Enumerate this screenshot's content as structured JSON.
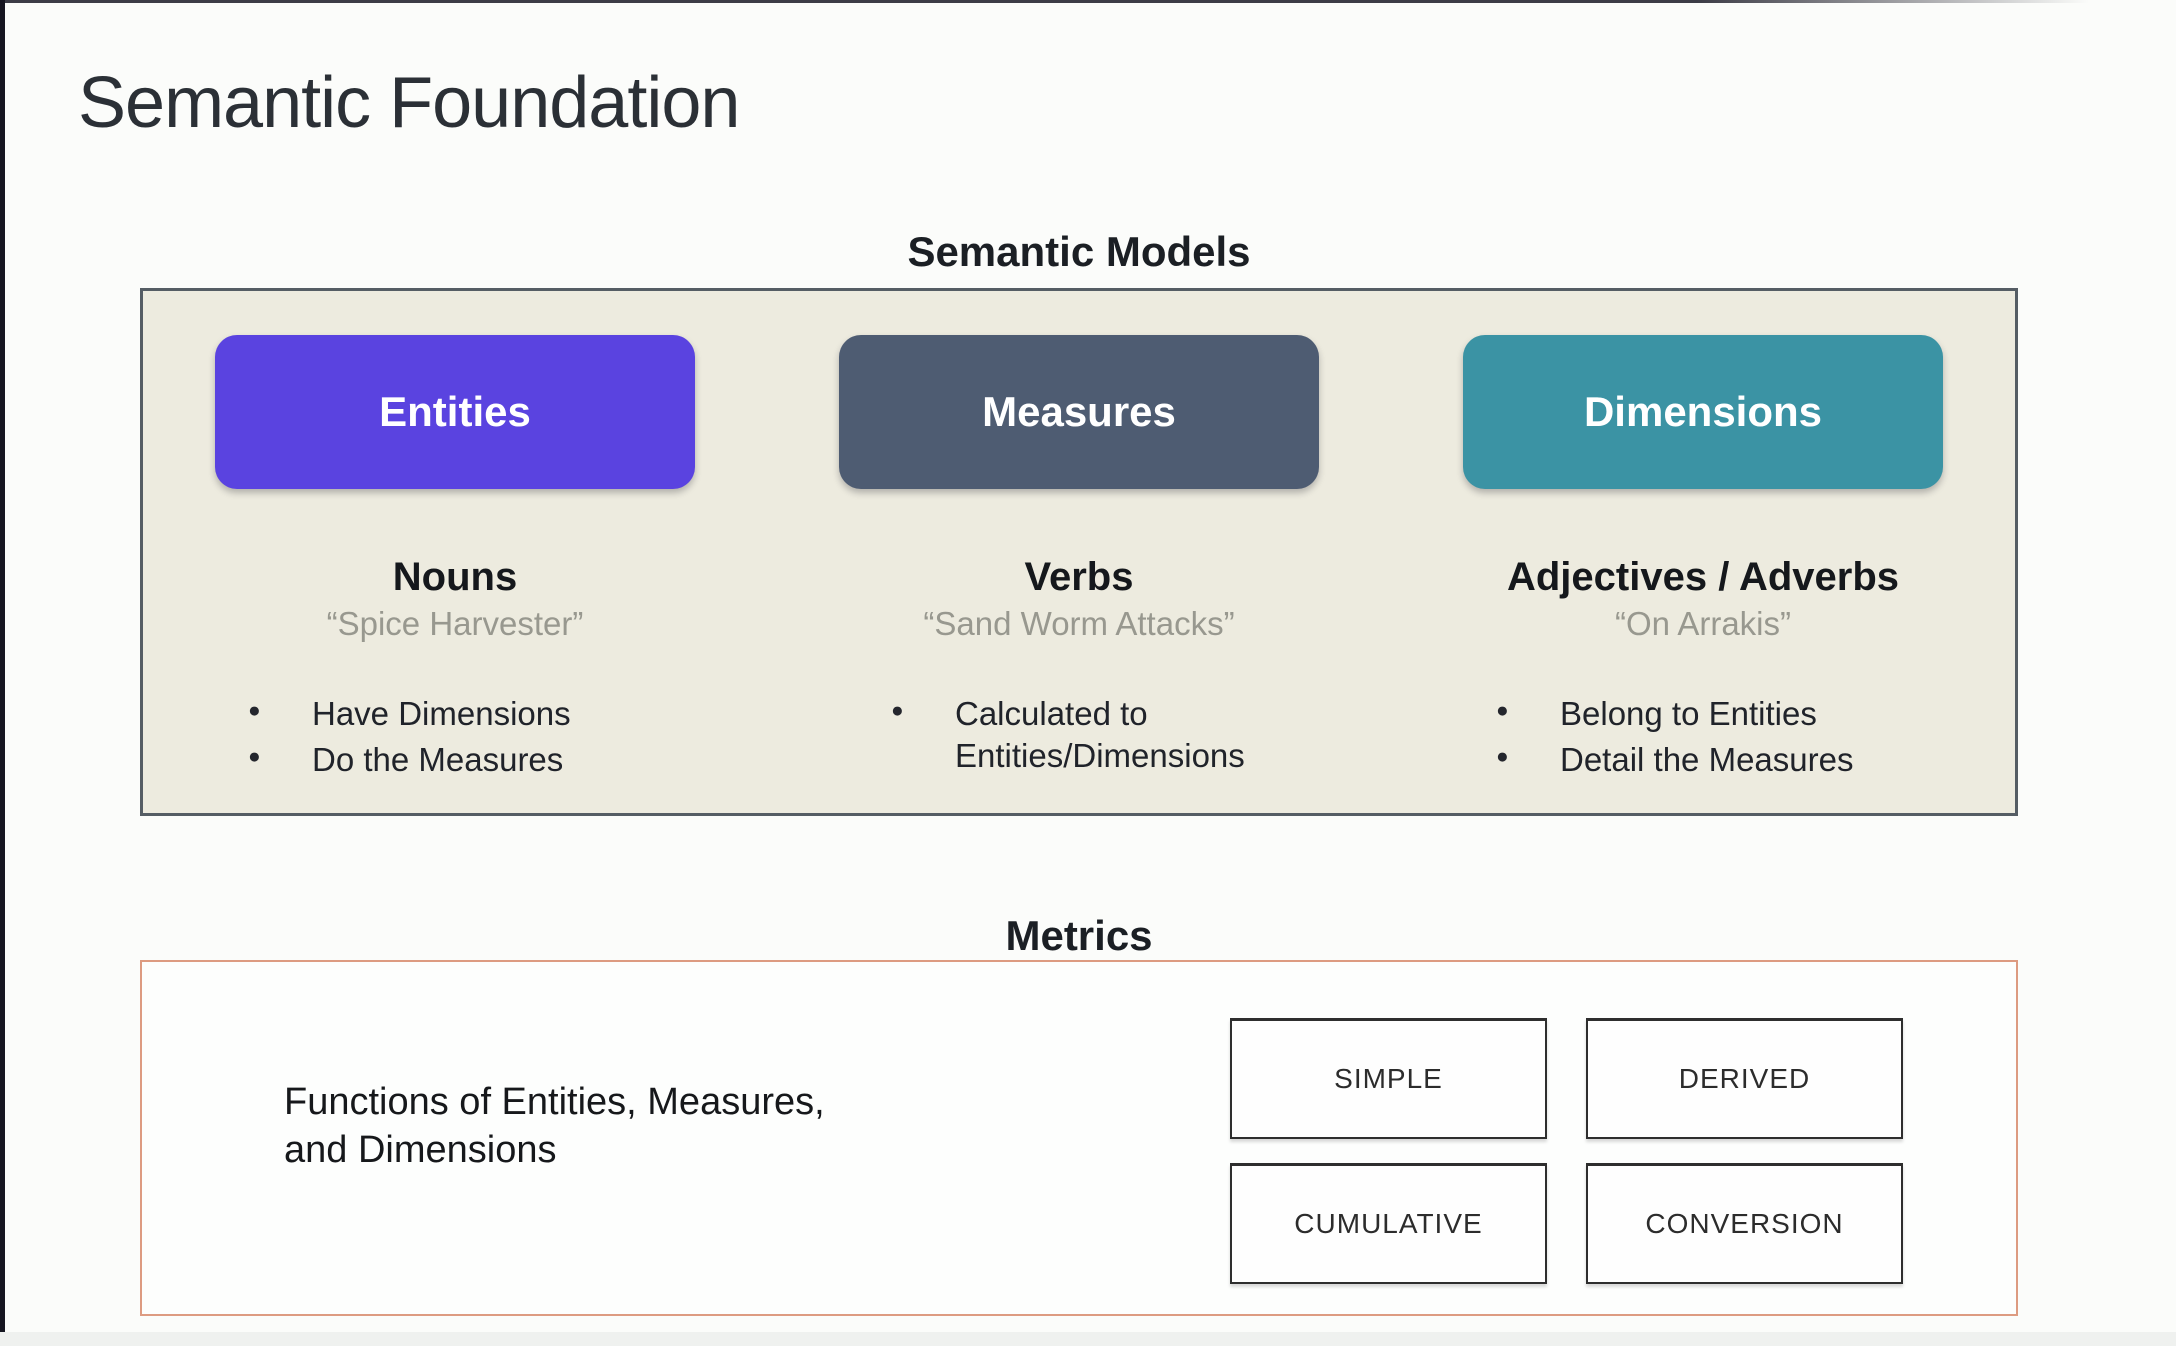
{
  "page": {
    "title": "Semantic Foundation"
  },
  "semantic_models": {
    "heading": "Semantic Models",
    "columns": [
      {
        "pill": "Entities",
        "color": "#5a43e0",
        "role": "Nouns",
        "example": "“Spice Harvester”",
        "bullets": [
          "Have Dimensions",
          "Do the Measures"
        ]
      },
      {
        "pill": "Measures",
        "color": "#4e5c72",
        "role": "Verbs",
        "example": "“Sand Worm Attacks”",
        "bullets": [
          "Calculated to Entities/Dimensions"
        ]
      },
      {
        "pill": "Dimensions",
        "color": "#3b93a4",
        "role": "Adjectives / Adverbs",
        "example": "“On Arrakis”",
        "bullets": [
          "Belong to Entities",
          "Detail the Measures"
        ]
      }
    ]
  },
  "metrics": {
    "heading": "Metrics",
    "description_line1": "Functions of Entities, Measures,",
    "description_line2": "and Dimensions",
    "types": [
      "SIMPLE",
      "DERIVED",
      "CUMULATIVE",
      "CONVERSION"
    ]
  },
  "colors": {
    "entities_pill": "#5a43e0",
    "measures_pill": "#4e5c72",
    "dimensions_pill": "#3b93a4",
    "models_panel_bg": "#edebdf",
    "models_panel_border": "#555d64",
    "metrics_panel_border": "#dd9b81",
    "quote_text": "#98988f"
  }
}
